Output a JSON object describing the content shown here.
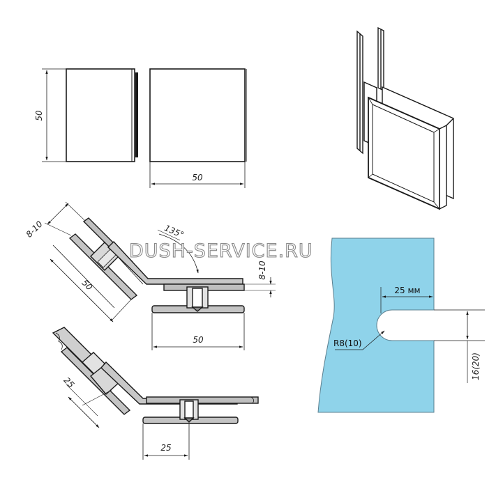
{
  "watermark": "DUSH-SERVICE.RU",
  "front_view": {
    "height_label": "50",
    "width_label": "50"
  },
  "section_135": {
    "angle_label": "135°",
    "glass_label": "8-10",
    "arm_label": "50",
    "bottom_label": "50",
    "thickness_label": "8-10"
  },
  "section_25": {
    "arm_label": "25",
    "bottom_label": "25"
  },
  "cutout": {
    "depth_label": "25 мм",
    "radius_label": "R8(10)",
    "height_label": "16(20)"
  },
  "colors": {
    "glass": "#8fd3ea",
    "line": "#1a1a1a",
    "watermark_stroke": "#8a8a8a"
  }
}
